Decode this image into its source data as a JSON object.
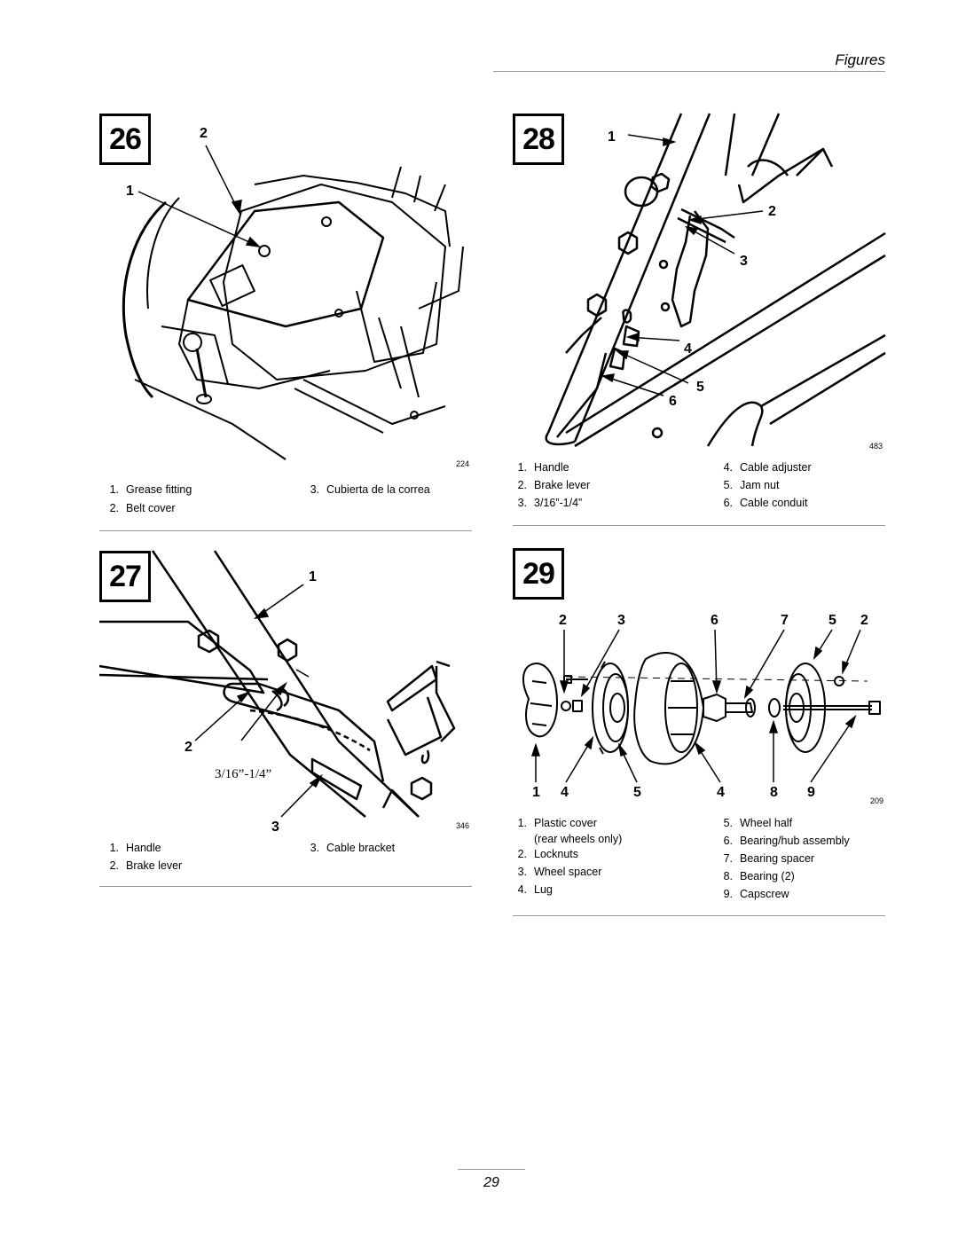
{
  "header": {
    "title": "Figures"
  },
  "figures": [
    {
      "number": "26",
      "callouts": [
        "1",
        "2"
      ],
      "code": "224",
      "legend": [
        {
          "n": "1.",
          "text": "Grease fitting"
        },
        {
          "n": "2.",
          "text": "Belt cover"
        },
        {
          "n": "3.",
          "text": "Cubierta de la correa"
        }
      ]
    },
    {
      "number": "27",
      "callouts": [
        "1",
        "2",
        "3"
      ],
      "dimension": "3/16”-1/4”",
      "code": "346",
      "legend": [
        {
          "n": "1.",
          "text": "Handle"
        },
        {
          "n": "2.",
          "text": "Brake lever"
        },
        {
          "n": "3.",
          "text": "Cable bracket"
        }
      ]
    },
    {
      "number": "28",
      "callouts": [
        "1",
        "2",
        "3",
        "4",
        "5",
        "6"
      ],
      "code": "483",
      "legend": [
        {
          "n": "1.",
          "text": "Handle"
        },
        {
          "n": "2.",
          "text": "Brake lever"
        },
        {
          "n": "3.",
          "text": "3/16”-1/4”"
        },
        {
          "n": "4.",
          "text": "Cable adjuster"
        },
        {
          "n": "5.",
          "text": "Jam nut"
        },
        {
          "n": "6.",
          "text": "Cable conduit"
        }
      ]
    },
    {
      "number": "29",
      "callouts_top": [
        "2",
        "3",
        "6",
        "7",
        "5",
        "2"
      ],
      "callouts_bottom": [
        "1",
        "4",
        "5",
        "4",
        "8",
        "9"
      ],
      "code": "209",
      "legend": [
        {
          "n": "1.",
          "text": "Plastic cover",
          "sub": "(rear wheels only)"
        },
        {
          "n": "2.",
          "text": "Locknuts"
        },
        {
          "n": "3.",
          "text": "Wheel spacer"
        },
        {
          "n": "4.",
          "text": "Lug"
        },
        {
          "n": "5.",
          "text": "Wheel half"
        },
        {
          "n": "6.",
          "text": "Bearing/hub assembly"
        },
        {
          "n": "7.",
          "text": "Bearing spacer"
        },
        {
          "n": "8.",
          "text": "Bearing (2)"
        },
        {
          "n": "9.",
          "text": "Capscrew"
        }
      ]
    }
  ],
  "page_number": "29"
}
